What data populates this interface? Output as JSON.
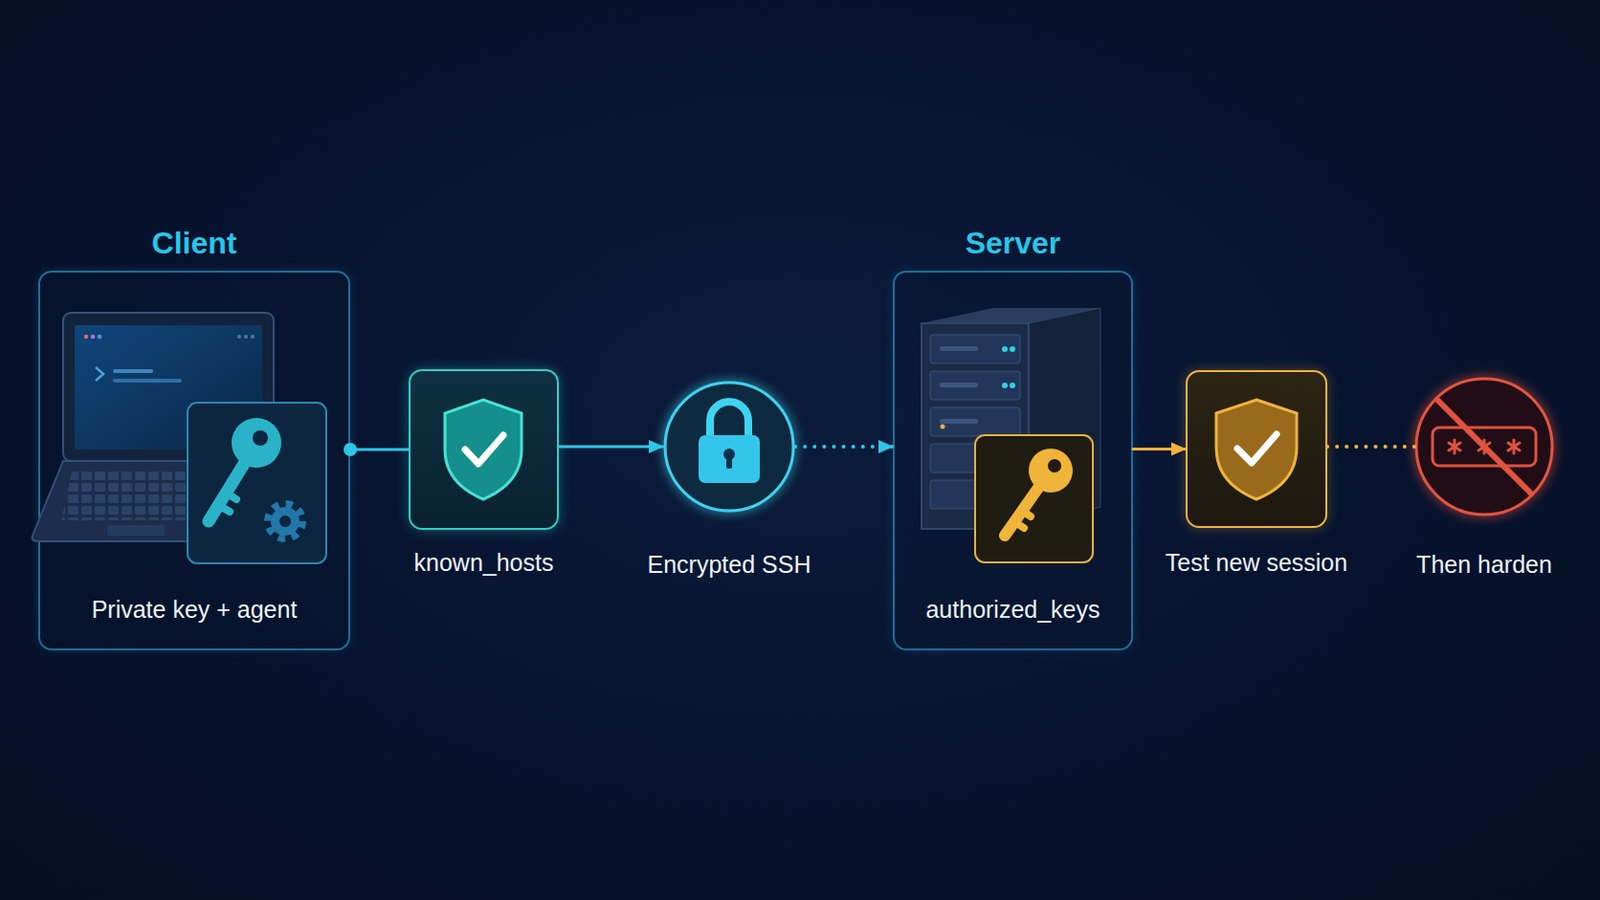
{
  "diagram": {
    "nodes": [
      {
        "text": [
          "Client",
          "Private key + agent"
        ]
      },
      {
        "text": [
          "known_hosts"
        ]
      },
      {
        "text": [
          "Encrypted SSH"
        ]
      },
      {
        "text": [
          "Server",
          "authorized_keys"
        ]
      },
      {
        "text": [
          "Test new session"
        ]
      },
      {
        "text": [
          "Then harden"
        ]
      }
    ],
    "edges": [
      {
        "from": 0,
        "to": 1,
        "arrow": "none"
      },
      {
        "from": 1,
        "to": 2,
        "arrow": "to"
      },
      {
        "from": 2,
        "to": 3,
        "arrow": "to"
      },
      {
        "from": 3,
        "to": 4,
        "arrow": "to"
      },
      {
        "from": 4,
        "to": 5,
        "arrow": "none"
      }
    ]
  }
}
